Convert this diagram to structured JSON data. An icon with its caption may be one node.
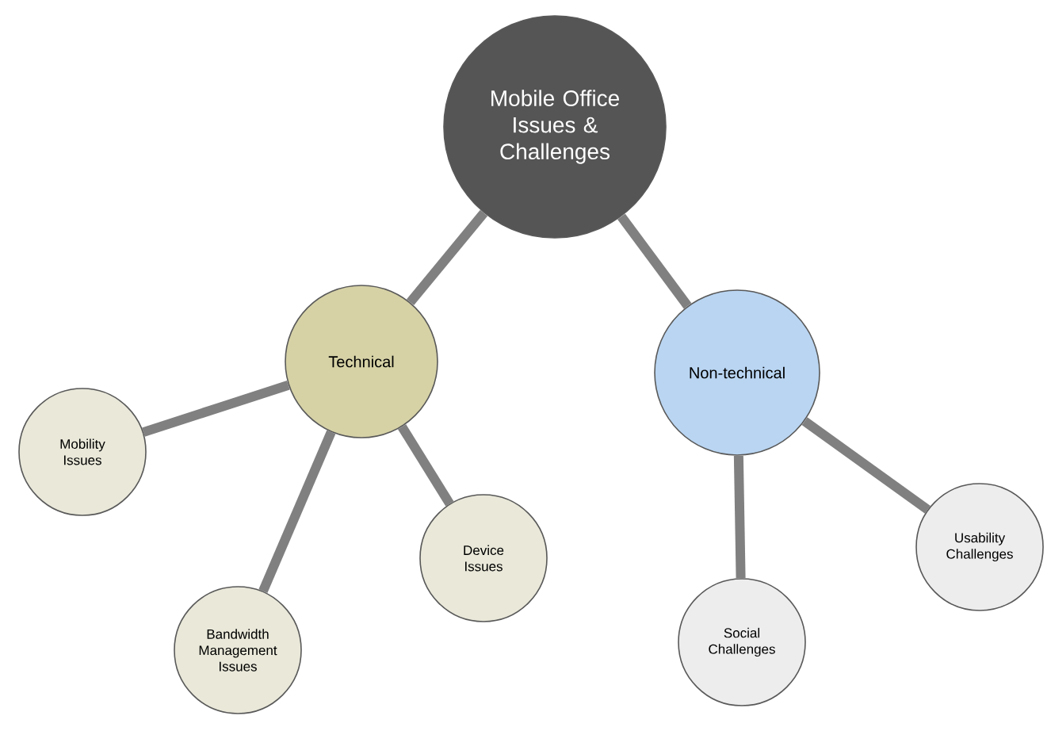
{
  "diagram": {
    "nodes": [
      {
        "text": [
          "Mobile Office Issues & Challenges"
        ]
      },
      {
        "text": [
          "Technical"
        ]
      },
      {
        "text": [
          "Non-technical"
        ]
      },
      {
        "text": [
          "Mobility Issues"
        ]
      },
      {
        "text": [
          "Bandwidth Management Issues"
        ]
      },
      {
        "text": [
          "Device Issues"
        ]
      },
      {
        "text": [
          "Social Challenges"
        ]
      },
      {
        "text": [
          "Usability Challenges"
        ]
      }
    ],
    "edges": [
      {
        "from": 0,
        "to": 1,
        "arrow": "none"
      },
      {
        "from": 0,
        "to": 2,
        "arrow": "none"
      },
      {
        "from": 1,
        "to": 3,
        "arrow": "none"
      },
      {
        "from": 1,
        "to": 4,
        "arrow": "none"
      },
      {
        "from": 1,
        "to": 5,
        "arrow": "none"
      },
      {
        "from": 2,
        "to": 6,
        "arrow": "none"
      },
      {
        "from": 2,
        "to": 7,
        "arrow": "none"
      }
    ]
  }
}
